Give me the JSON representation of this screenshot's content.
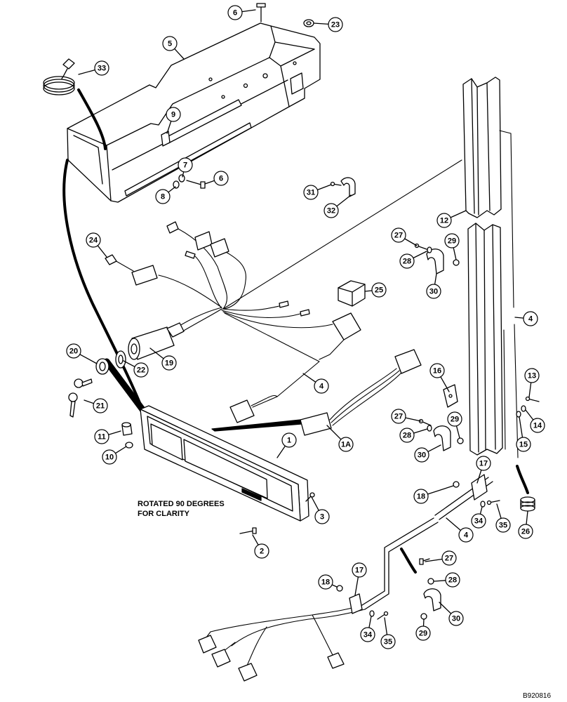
{
  "diagram": {
    "note_line1": "ROTATED 90 DEGREES",
    "note_line2": "FOR CLARITY",
    "figure_id": "B920816"
  },
  "callouts": [
    "6",
    "23",
    "5",
    "33",
    "9",
    "7",
    "6",
    "8",
    "31",
    "32",
    "12",
    "27",
    "29",
    "28",
    "24",
    "30",
    "25",
    "4",
    "20",
    "22",
    "19",
    "4",
    "16",
    "13",
    "21",
    "27",
    "14",
    "29",
    "28",
    "11",
    "15",
    "30",
    "1",
    "1A",
    "10",
    "17",
    "18",
    "26",
    "35",
    "34",
    "3",
    "4",
    "2",
    "27",
    "28",
    "17",
    "18",
    "30",
    "29",
    "34",
    "35"
  ]
}
